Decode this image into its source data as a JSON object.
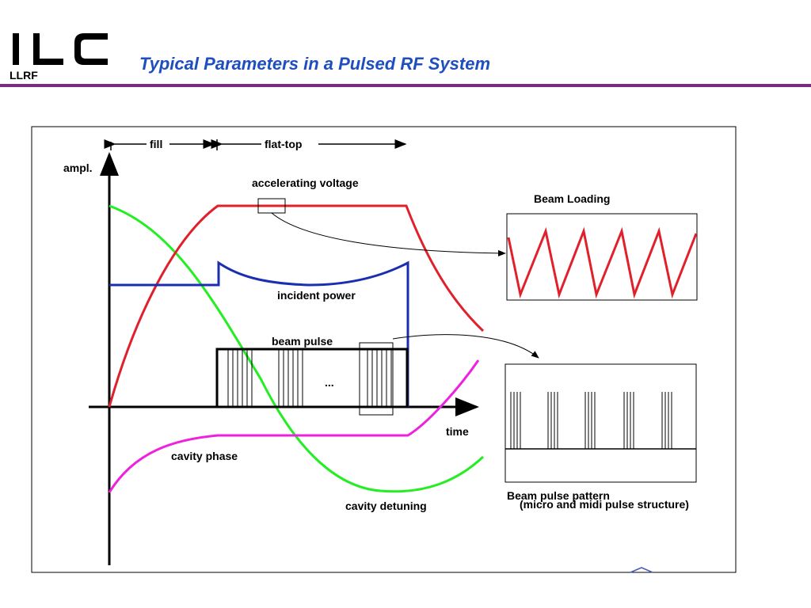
{
  "header": {
    "logo_text": "ILC",
    "logo_subtext": "LLRF",
    "title": "Typical Parameters in a Pulsed RF System",
    "rule_color": "#7a2c82",
    "title_color": "#1f4fbf"
  },
  "diagram": {
    "labels": {
      "fill": "fill",
      "flat_top": "flat-top",
      "ampl": "ampl.",
      "time": "time",
      "accelerating_voltage": "accelerating voltage",
      "incident_power": "incident power",
      "beam_pulse": "beam pulse",
      "ellipsis": "...",
      "cavity_phase": "cavity phase",
      "cavity_detuning": "cavity detuning",
      "beam_loading": "Beam Loading",
      "beam_pulse_pattern": "Beam pulse pattern",
      "micro_midi": "(micro and midi pulse structure)"
    },
    "colors": {
      "accelerating_voltage": "#e0202a",
      "incident_power": "#1a2fb0",
      "beam_pulse": "#000000",
      "cavity_phase": "#ee22dd",
      "cavity_detuning": "#22ee22"
    }
  }
}
